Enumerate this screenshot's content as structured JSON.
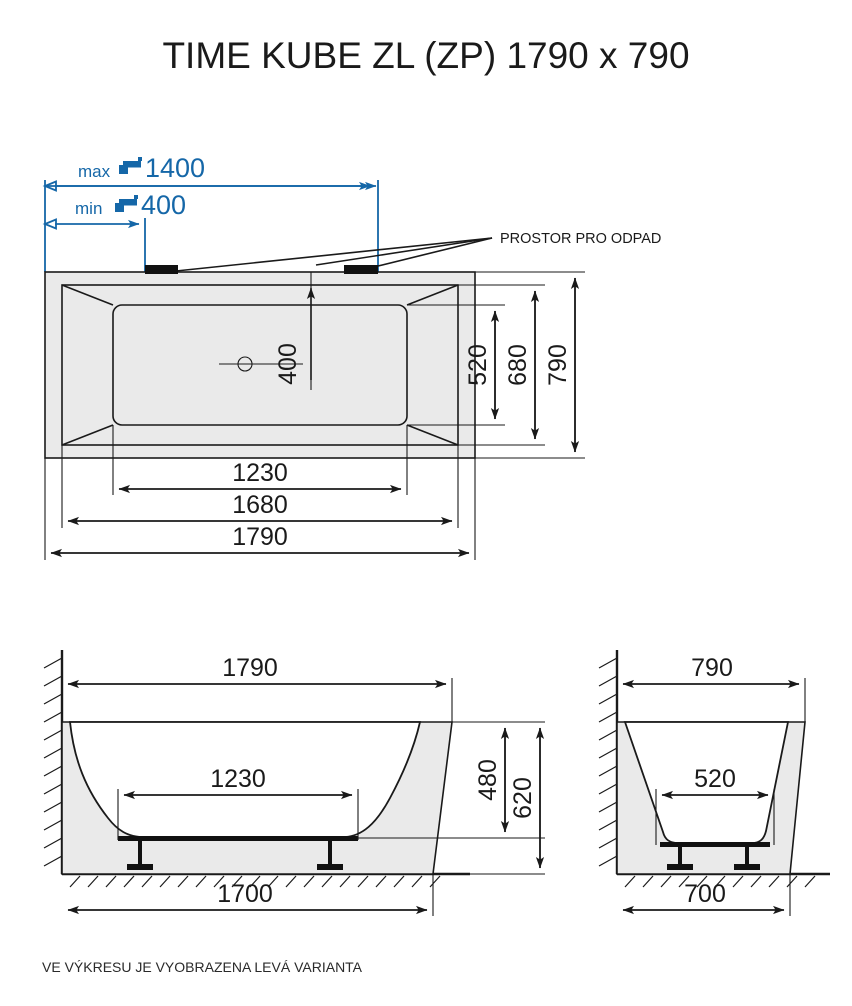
{
  "title": "TIME KUBE ZL (ZP) 1790 x 790",
  "footer_note": "VE VÝKRESU JE VYOBRAZENA LEVÁ VARIANTA",
  "plan_view": {
    "name": "top-view",
    "waste_label": "PROSTOR PRO ODPAD",
    "tap_max": {
      "prefix": "max",
      "icon": "faucet-icon",
      "value": "1400"
    },
    "tap_min": {
      "prefix": "min",
      "icon": "faucet-icon",
      "value": "400"
    },
    "dim_width_inner": "1230",
    "dim_width_mid": "1680",
    "dim_width_outer": "1790",
    "dim_depth_inner": "520",
    "dim_depth_mid": "680",
    "dim_depth_outer": "790",
    "dim_drain_offset": "400"
  },
  "front_view": {
    "name": "front-elevation",
    "dim_top": "1790",
    "dim_inner": "1230",
    "dim_bottom": "1700",
    "dim_height_inner": "480",
    "dim_height_outer": "620"
  },
  "side_view": {
    "name": "side-elevation",
    "dim_top": "790",
    "dim_inner": "520",
    "dim_bottom": "700"
  },
  "colors": {
    "ink": "#1a1a1a",
    "accent_blue": "#1567a8",
    "body_gray": "#eaeaea",
    "paper": "#ffffff"
  }
}
